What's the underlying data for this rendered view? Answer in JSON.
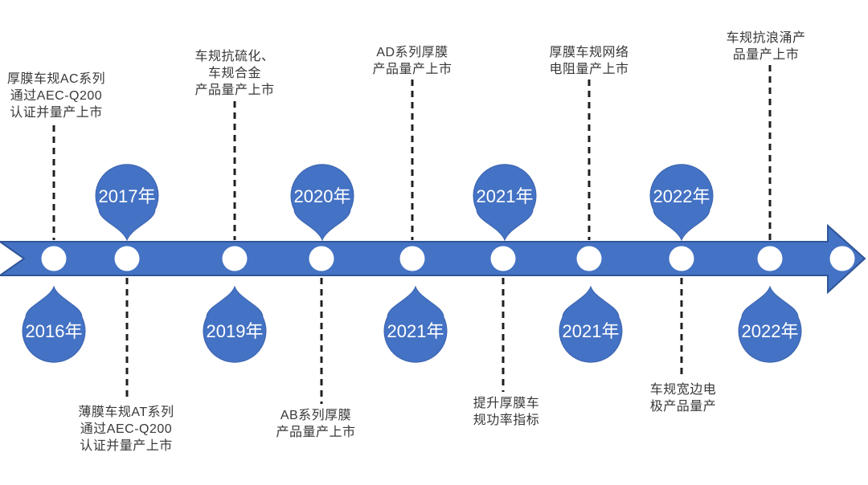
{
  "colors": {
    "accent_blue": "#4472C4",
    "accent_blue_dark": "#2F5597",
    "node_circle_white": "#FFFFFF",
    "connector_black": "#1F1F1F",
    "annotation_text": "#383838",
    "year_text": "#FFFFFF"
  },
  "timeline": {
    "type": "horizontal-arrow-timeline",
    "milestones": [
      {
        "year": "2016年",
        "year_side": "below",
        "annotation_side": "above",
        "annotation": "厚膜车规AC系列\n通过AEC-Q200\n认证并量产上市"
      },
      {
        "year": "2017年",
        "year_side": "above",
        "annotation_side": "below",
        "annotation": "薄膜车规AT系列\n通过AEC-Q200\n认证并量产上市"
      },
      {
        "year": "2019年",
        "year_side": "below",
        "annotation_side": "above",
        "annotation": "车规抗硫化、\n车规合金\n产品量产上市"
      },
      {
        "year": "2020年",
        "year_side": "above",
        "annotation_side": "below",
        "annotation": "AB系列厚膜\n产品量产上市"
      },
      {
        "year": "2021年",
        "year_side": "below",
        "annotation_side": "above",
        "annotation": "AD系列厚膜\n产品量产上市"
      },
      {
        "year": "2021年",
        "year_side": "above",
        "annotation_side": "below",
        "annotation": "提升厚膜车\n规功率指标"
      },
      {
        "year": "2021年",
        "year_side": "below",
        "annotation_side": "above",
        "annotation": "厚膜车规网络\n电阻量产上市"
      },
      {
        "year": "2022年",
        "year_side": "above",
        "annotation_side": "below",
        "annotation": "车规宽边电\n极产品量产"
      },
      {
        "year": "2022年",
        "year_side": "below",
        "annotation_side": "above",
        "annotation": "车规抗浪涌产\n品量产上市"
      }
    ]
  }
}
